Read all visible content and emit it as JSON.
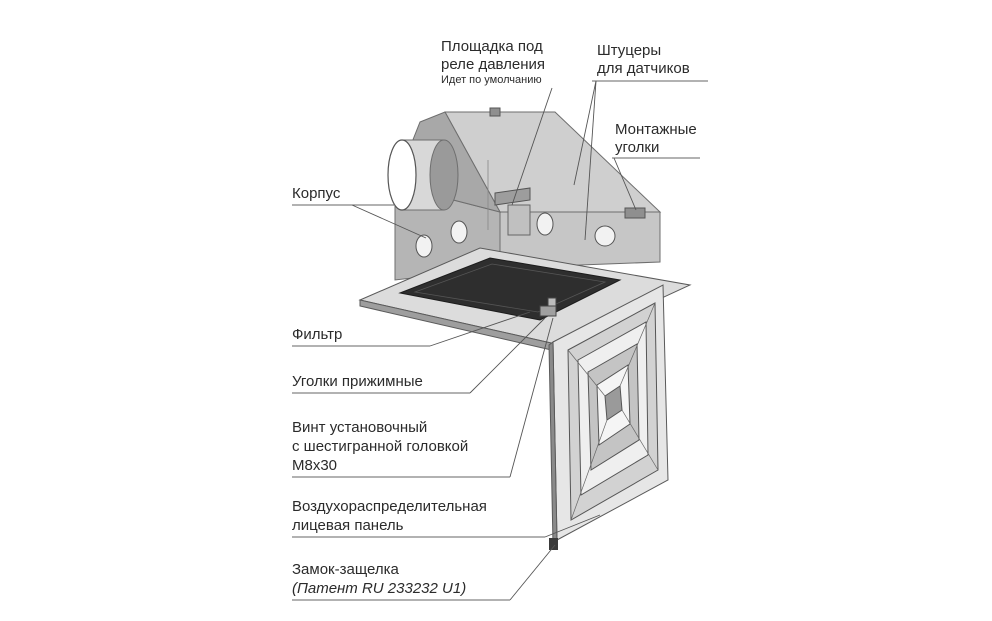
{
  "labels": {
    "platform_line1": "Площадка под",
    "platform_line2": "реле давления",
    "platform_note": "Идет по умолчанию",
    "fittings_line1": "Штуцеры",
    "fittings_line2": "для датчиков",
    "brackets_line1": "Монтажные",
    "brackets_line2": "уголки",
    "housing": "Корпус",
    "filter": "Фильтр",
    "clamps": "Уголки прижимные",
    "screw_line1": "Винт установочный",
    "screw_line2": "с шестигранной головкой",
    "screw_line3": "M8x30",
    "panel_line1": "Воздухораспределительная",
    "panel_line2": "лицевая панель",
    "latch": "Замок-защелка",
    "patent": "(Патент RU 233232 U1)"
  },
  "colors": {
    "housing_front": "#b9b9b9",
    "housing_side": "#d4d4d4",
    "housing_top": "#c8c8c8",
    "filter_dark": "#2e2e2e",
    "panel_light": "#e4e4e4",
    "panel_dark": "#7a7a7a",
    "leader": "#555555"
  }
}
